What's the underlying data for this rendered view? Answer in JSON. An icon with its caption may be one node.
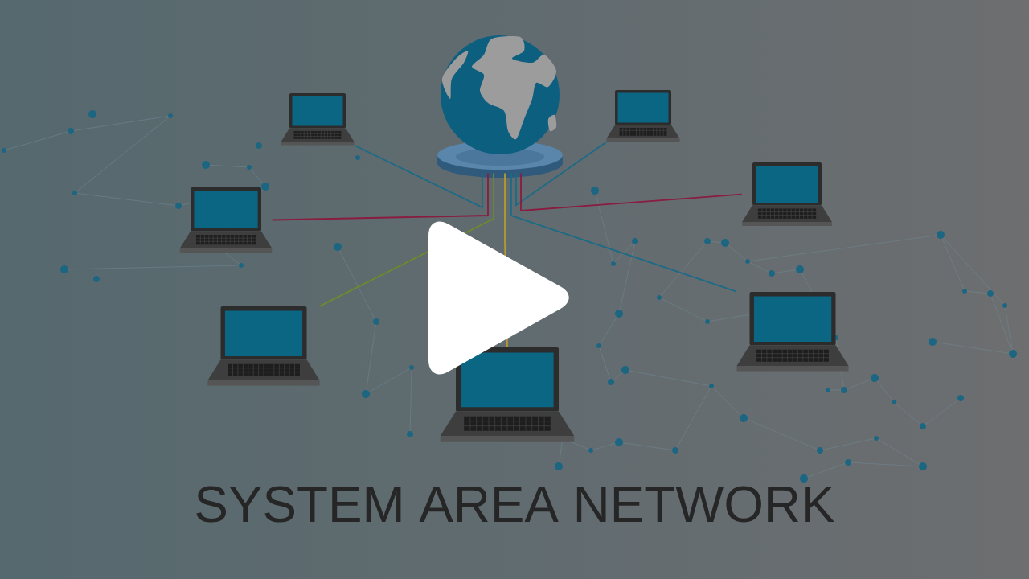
{
  "diagram": {
    "title": "SYSTEM AREA NETWORK",
    "nodes": [
      {
        "text": [],
        "shape": "picture"
      },
      {
        "text": [],
        "shape": "picture"
      },
      {
        "text": [],
        "shape": "picture"
      },
      {
        "text": [],
        "shape": "picture"
      },
      {
        "text": [],
        "shape": "picture"
      },
      {
        "text": [],
        "shape": "picture"
      },
      {
        "text": [],
        "shape": "picture"
      },
      {
        "text": [],
        "shape": "picture"
      }
    ],
    "edges": [
      {
        "from": 1,
        "to": 0,
        "arrow": "none",
        "color": "#8a1c40"
      },
      {
        "from": 2,
        "to": 0,
        "arrow": "none",
        "color": "#6f8a2a"
      },
      {
        "from": 3,
        "to": 0,
        "arrow": "none"
      },
      {
        "from": 4,
        "to": 0,
        "arrow": "none",
        "color": "#b89a30"
      },
      {
        "from": 5,
        "to": 0,
        "arrow": "none"
      },
      {
        "from": 6,
        "to": 0,
        "arrow": "none",
        "color": "#8a1c40"
      },
      {
        "from": 7,
        "to": 0,
        "arrow": "none"
      }
    ]
  }
}
